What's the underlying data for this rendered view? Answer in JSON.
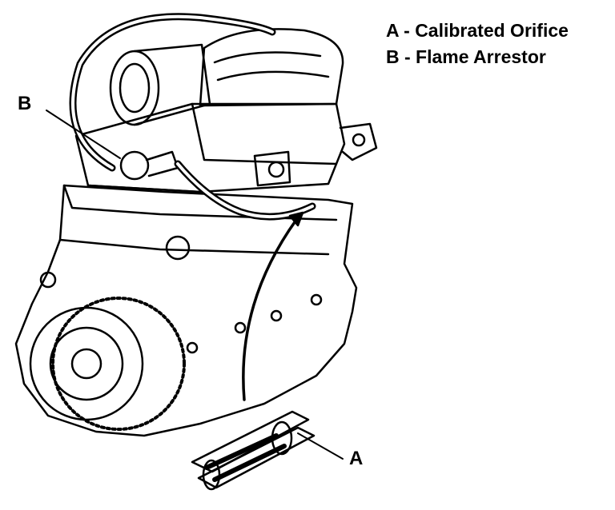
{
  "legend": {
    "items": [
      {
        "key": "A",
        "text": "A - Calibrated Orifice"
      },
      {
        "key": "B",
        "text": "B - Flame Arrestor"
      }
    ]
  },
  "callouts": {
    "a": "A",
    "b": "B"
  },
  "colors": {
    "ink": "#000000",
    "paper": "#ffffff"
  }
}
